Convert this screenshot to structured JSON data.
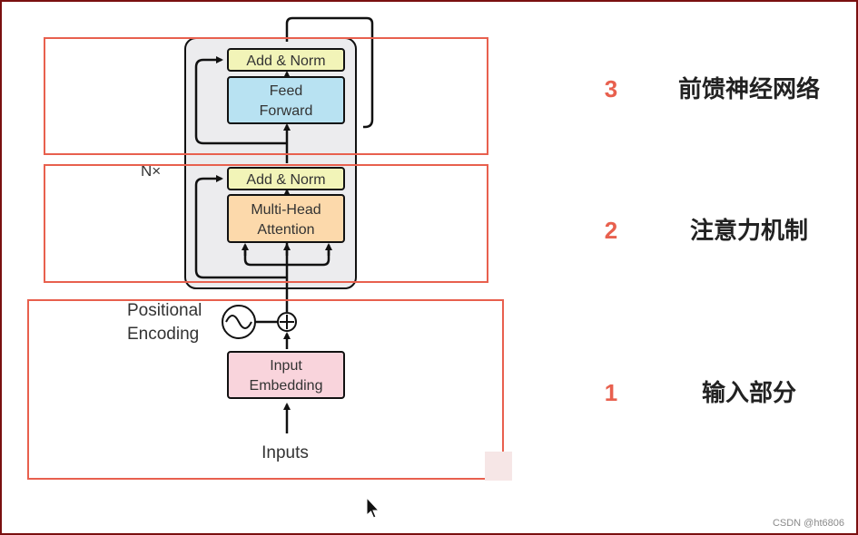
{
  "encoder": {
    "repeat_label": "N×",
    "ffn_addnorm": "Add & Norm",
    "ffn_line1": "Feed",
    "ffn_line2": "Forward",
    "attn_addnorm": "Add & Norm",
    "attn_line1": "Multi-Head",
    "attn_line2": "Attention"
  },
  "input": {
    "pos_line1": "Positional",
    "pos_line2": "Encoding",
    "embed_line1": "Input",
    "embed_line2": "Embedding",
    "inputs_label": "Inputs"
  },
  "sections": [
    {
      "number": "3",
      "title": "前馈神经网络"
    },
    {
      "number": "2",
      "title": "注意力机制"
    },
    {
      "number": "1",
      "title": "输入部分"
    }
  ],
  "watermark": "CSDN @ht6806",
  "colors": {
    "frame": "#7a1010",
    "highlight": "#e8604e",
    "number": "#e8604e",
    "addnorm_fill": "#f2f4b8",
    "ffn_fill": "#b8e2f2",
    "attn_fill": "#fcd9ab",
    "embed_fill": "#f9d4dc",
    "block_fill": "#ececee"
  }
}
